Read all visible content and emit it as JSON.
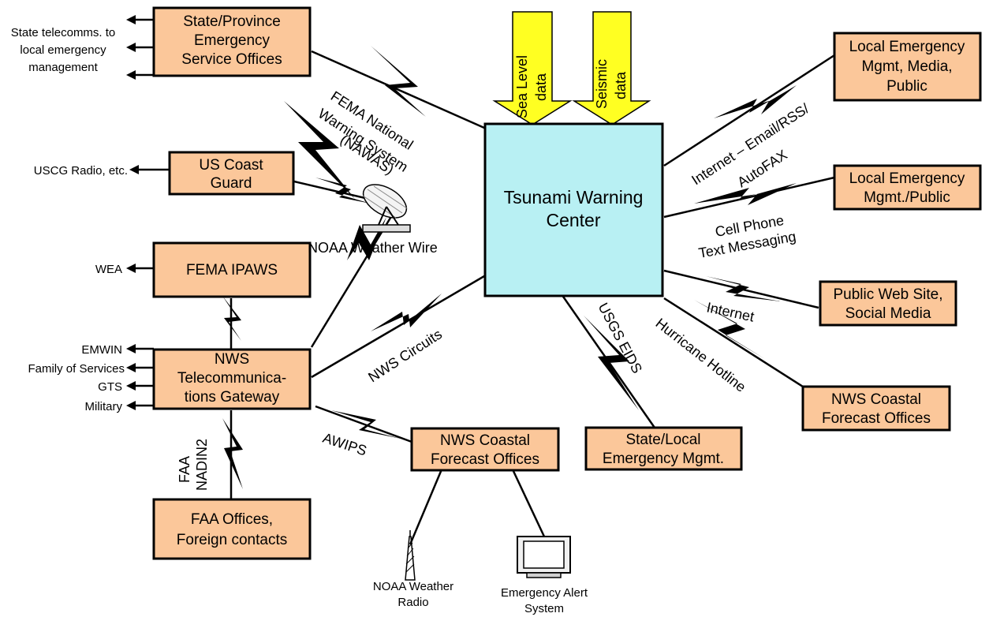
{
  "center": {
    "line1": "Tsunami Warning",
    "line2": "Center"
  },
  "inputs": {
    "sea_level": {
      "line1": "Sea Level",
      "line2": "data"
    },
    "seismic": {
      "line1": "Seismic",
      "line2": "data"
    }
  },
  "boxes": {
    "state_province": {
      "line1": "State/Province",
      "line2": "Emergency",
      "line3": "Service Offices"
    },
    "us_coast_guard": {
      "line1": "US Coast",
      "line2": "Guard"
    },
    "fema_ipaws": {
      "line1": "FEMA IPAWS"
    },
    "nws_gateway": {
      "line1": "NWS",
      "line2": "Telecommunica-",
      "line3": "tions Gateway"
    },
    "faa_offices": {
      "line1": "FAA Offices,",
      "line2": "Foreign contacts"
    },
    "nws_coastal_bottom": {
      "line1": "NWS Coastal",
      "line2": "Forecast Offices"
    },
    "state_local": {
      "line1": "State/Local",
      "line2": "Emergency Mgmt."
    },
    "nws_coastal_right": {
      "line1": "NWS Coastal",
      "line2": "Forecast Offices"
    },
    "public_web": {
      "line1": "Public Web Site,",
      "line2": "Social Media"
    },
    "local_em_public": {
      "line1": "Local Emergency",
      "line2": "Mgmt./Public"
    },
    "local_em_media": {
      "line1": "Local Emergency",
      "line2": "Mgmt, Media,",
      "line3": "Public"
    }
  },
  "outputs": {
    "state_telecomms": {
      "line1": "State telecomms. to",
      "line2": "local emergency",
      "line3": "management"
    },
    "uscg_radio": "USCG Radio, etc.",
    "wea": "WEA",
    "emwin": "EMWIN",
    "family_services": "Family of Services",
    "gts": "GTS",
    "military": "Military"
  },
  "connections": {
    "fema_nawas": {
      "line1": "FEMA National",
      "line2": "Warning System",
      "line3": "(NAWAS)"
    },
    "noaa_weather_wire": "NOAA Weather Wire",
    "nws_circuits": "NWS Circuits",
    "awips": "AWIPS",
    "faa_nadin": {
      "line1": "FAA",
      "line2": "NADIN2"
    },
    "usgs_eids": "USGS EIDS",
    "hurricane_hotline": "Hurricane Hotline",
    "internet": "Internet",
    "cell_phone": {
      "line1": "Cell Phone",
      "line2": "Text Messaging"
    },
    "internet_email": {
      "line1": "Internet – Email/RSS/",
      "line2": "AutoFAX"
    }
  },
  "devices": {
    "noaa_radio": {
      "line1": "NOAA Weather",
      "line2": "Radio"
    },
    "eas": {
      "line1": "Emergency Alert",
      "line2": "System"
    }
  }
}
